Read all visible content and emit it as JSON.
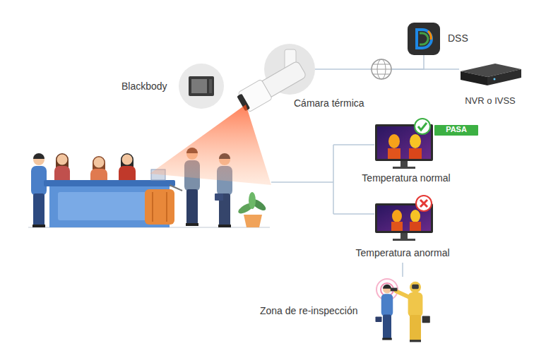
{
  "diagram": {
    "nodes": [
      {
        "text": [
          "Blackbody"
        ]
      },
      {
        "text": [
          "Cámara térmica"
        ]
      },
      {
        "text": [
          "DSS"
        ]
      },
      {
        "text": [
          "NVR o IVSS"
        ]
      },
      {
        "text": [
          "Temperatura normal"
        ]
      },
      {
        "text": [
          "PASA"
        ],
        "in": 4
      },
      {
        "text": [
          "Temperatura anormal"
        ]
      },
      {
        "text": [
          "Zona de re-inspección"
        ]
      }
    ],
    "edges": [
      {
        "from": 1,
        "to": 2,
        "arrow": "none"
      },
      {
        "from": 1,
        "to": 3,
        "arrow": "none"
      },
      {
        "from": 6,
        "to": 7,
        "arrow": "none"
      }
    ]
  }
}
